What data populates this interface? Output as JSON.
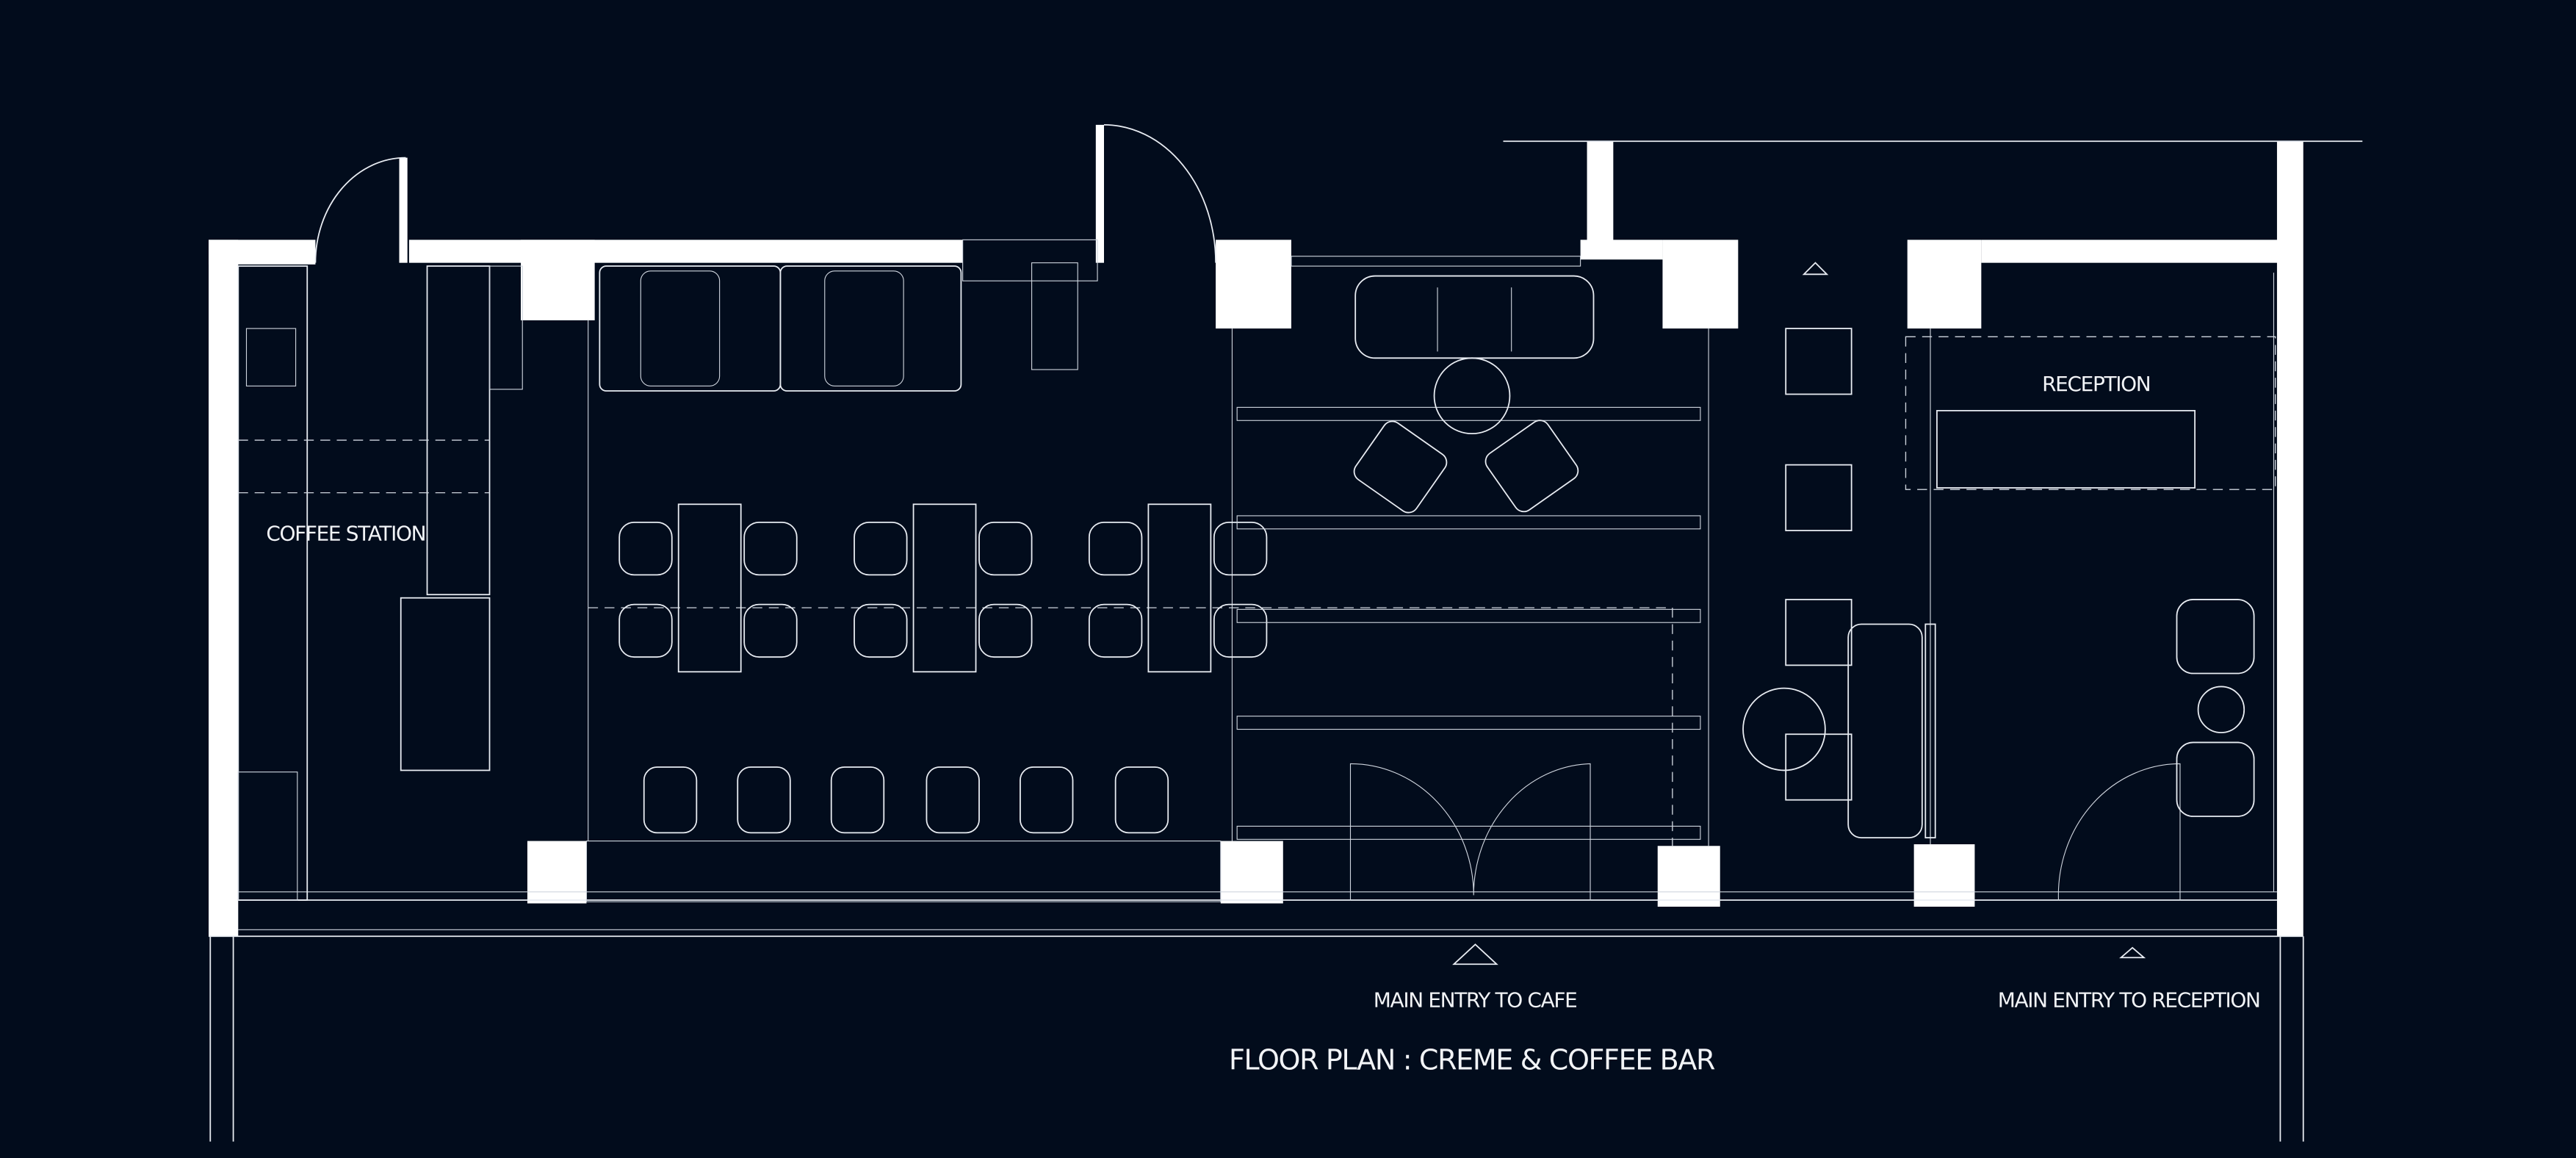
{
  "labels": {
    "coffee_station": "COFFEE STATION",
    "reception": "RECEPTION",
    "main_entry_cafe": "MAIN ENTRY TO CAFE",
    "main_entry_reception": "MAIN ENTRY TO RECEPTION"
  },
  "title": "FLOOR PLAN : CREME & COFFEE BAR",
  "colors": {
    "background": "#020c1c",
    "lines": "#ffffff"
  }
}
